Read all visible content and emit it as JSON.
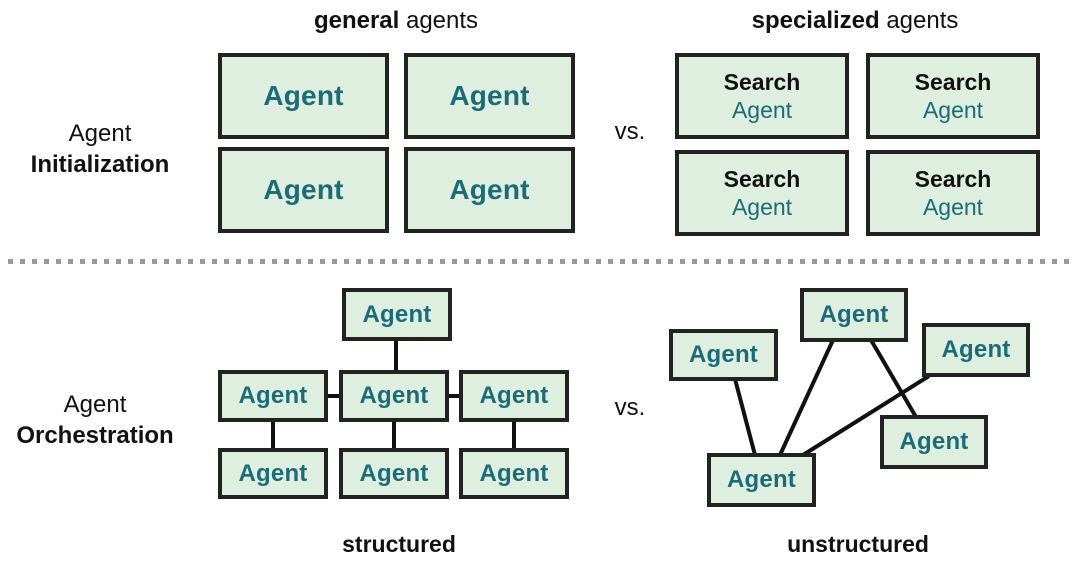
{
  "colors": {
    "box_fill": "#deefdf",
    "box_border": "#222222",
    "agent_teal": "#1b6b78",
    "text_black": "#111111",
    "divider_gray": "#9a9a9a"
  },
  "init": {
    "row_label_line1": "Agent",
    "row_label_line2": "Initialization",
    "vs": "vs.",
    "general": {
      "title_bold": "general",
      "title_rest": " agents",
      "boxes": [
        "Agent",
        "Agent",
        "Agent",
        "Agent"
      ]
    },
    "specialized": {
      "title_bold": "specialized",
      "title_rest": " agents",
      "boxes": [
        {
          "top": "Search",
          "bottom": "Agent"
        },
        {
          "top": "Search",
          "bottom": "Agent"
        },
        {
          "top": "Search",
          "bottom": "Agent"
        },
        {
          "top": "Search",
          "bottom": "Agent"
        }
      ]
    }
  },
  "orchestration": {
    "row_label_line1": "Agent",
    "row_label_line2": "Orchestration",
    "vs": "vs.",
    "structured": {
      "caption": "structured",
      "boxes": [
        "Agent",
        "Agent",
        "Agent",
        "Agent",
        "Agent",
        "Agent",
        "Agent"
      ]
    },
    "unstructured": {
      "caption": "unstructured",
      "boxes": [
        "Agent",
        "Agent",
        "Agent",
        "Agent",
        "Agent"
      ]
    }
  }
}
